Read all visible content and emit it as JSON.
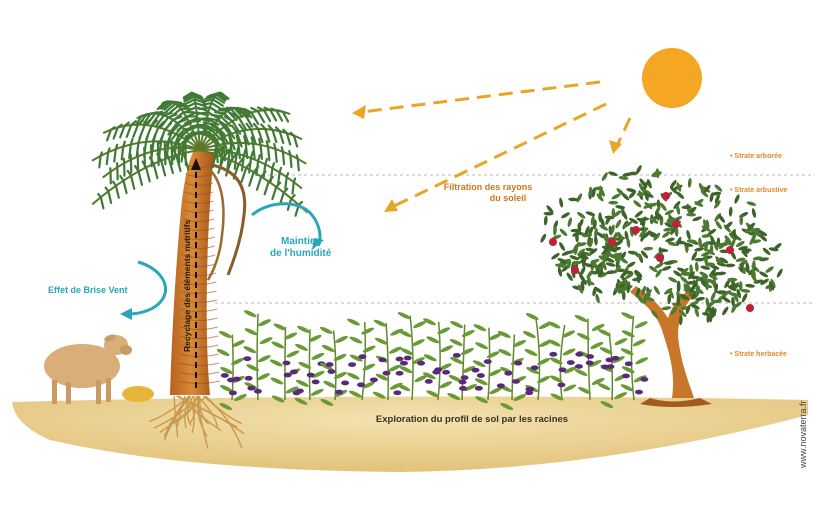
{
  "labels": {
    "filtration_line1": "Filtration des rayons",
    "filtration_line2": "du soleil",
    "maintien_line1": "Maintien",
    "maintien_line2": "de l'humidité",
    "brise_vent": "Effet de Brise Vent",
    "recyclage": "Recyclage des éléments nutritifs",
    "exploration": "Exploration du profil de sol par les racines",
    "strate_arboree": "• Strate arborée",
    "strate_arbustive": "• Strate arbustive",
    "strate_herbacee": "• Strate herbacée",
    "credit": "www.novaterra.fr"
  },
  "colors": {
    "sun": "#f5a623",
    "ray": "#e8a628",
    "ground": "#e9cf8f",
    "trunk": "#c8762a",
    "palm_leaf": "#3f7a36",
    "olive_leaf": "#4d7a33",
    "berry": "#c0203a",
    "flower": "#5a2a7a",
    "blue_arrow": "#2aa6b8",
    "sheep": "#d9ae78"
  }
}
